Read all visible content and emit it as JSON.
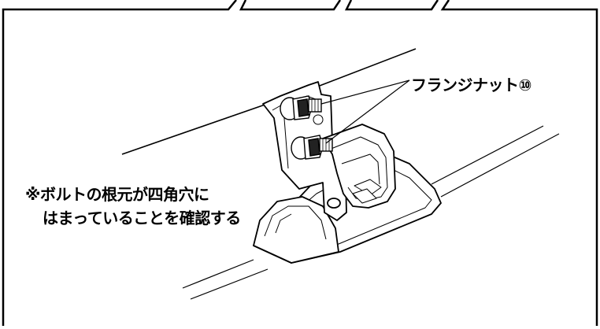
{
  "callouts": {
    "flange_nut": "フランジナット⑩"
  },
  "note": {
    "line1": "※ボルトの根元が四角穴に",
    "line2": "はまっていることを確認する"
  }
}
